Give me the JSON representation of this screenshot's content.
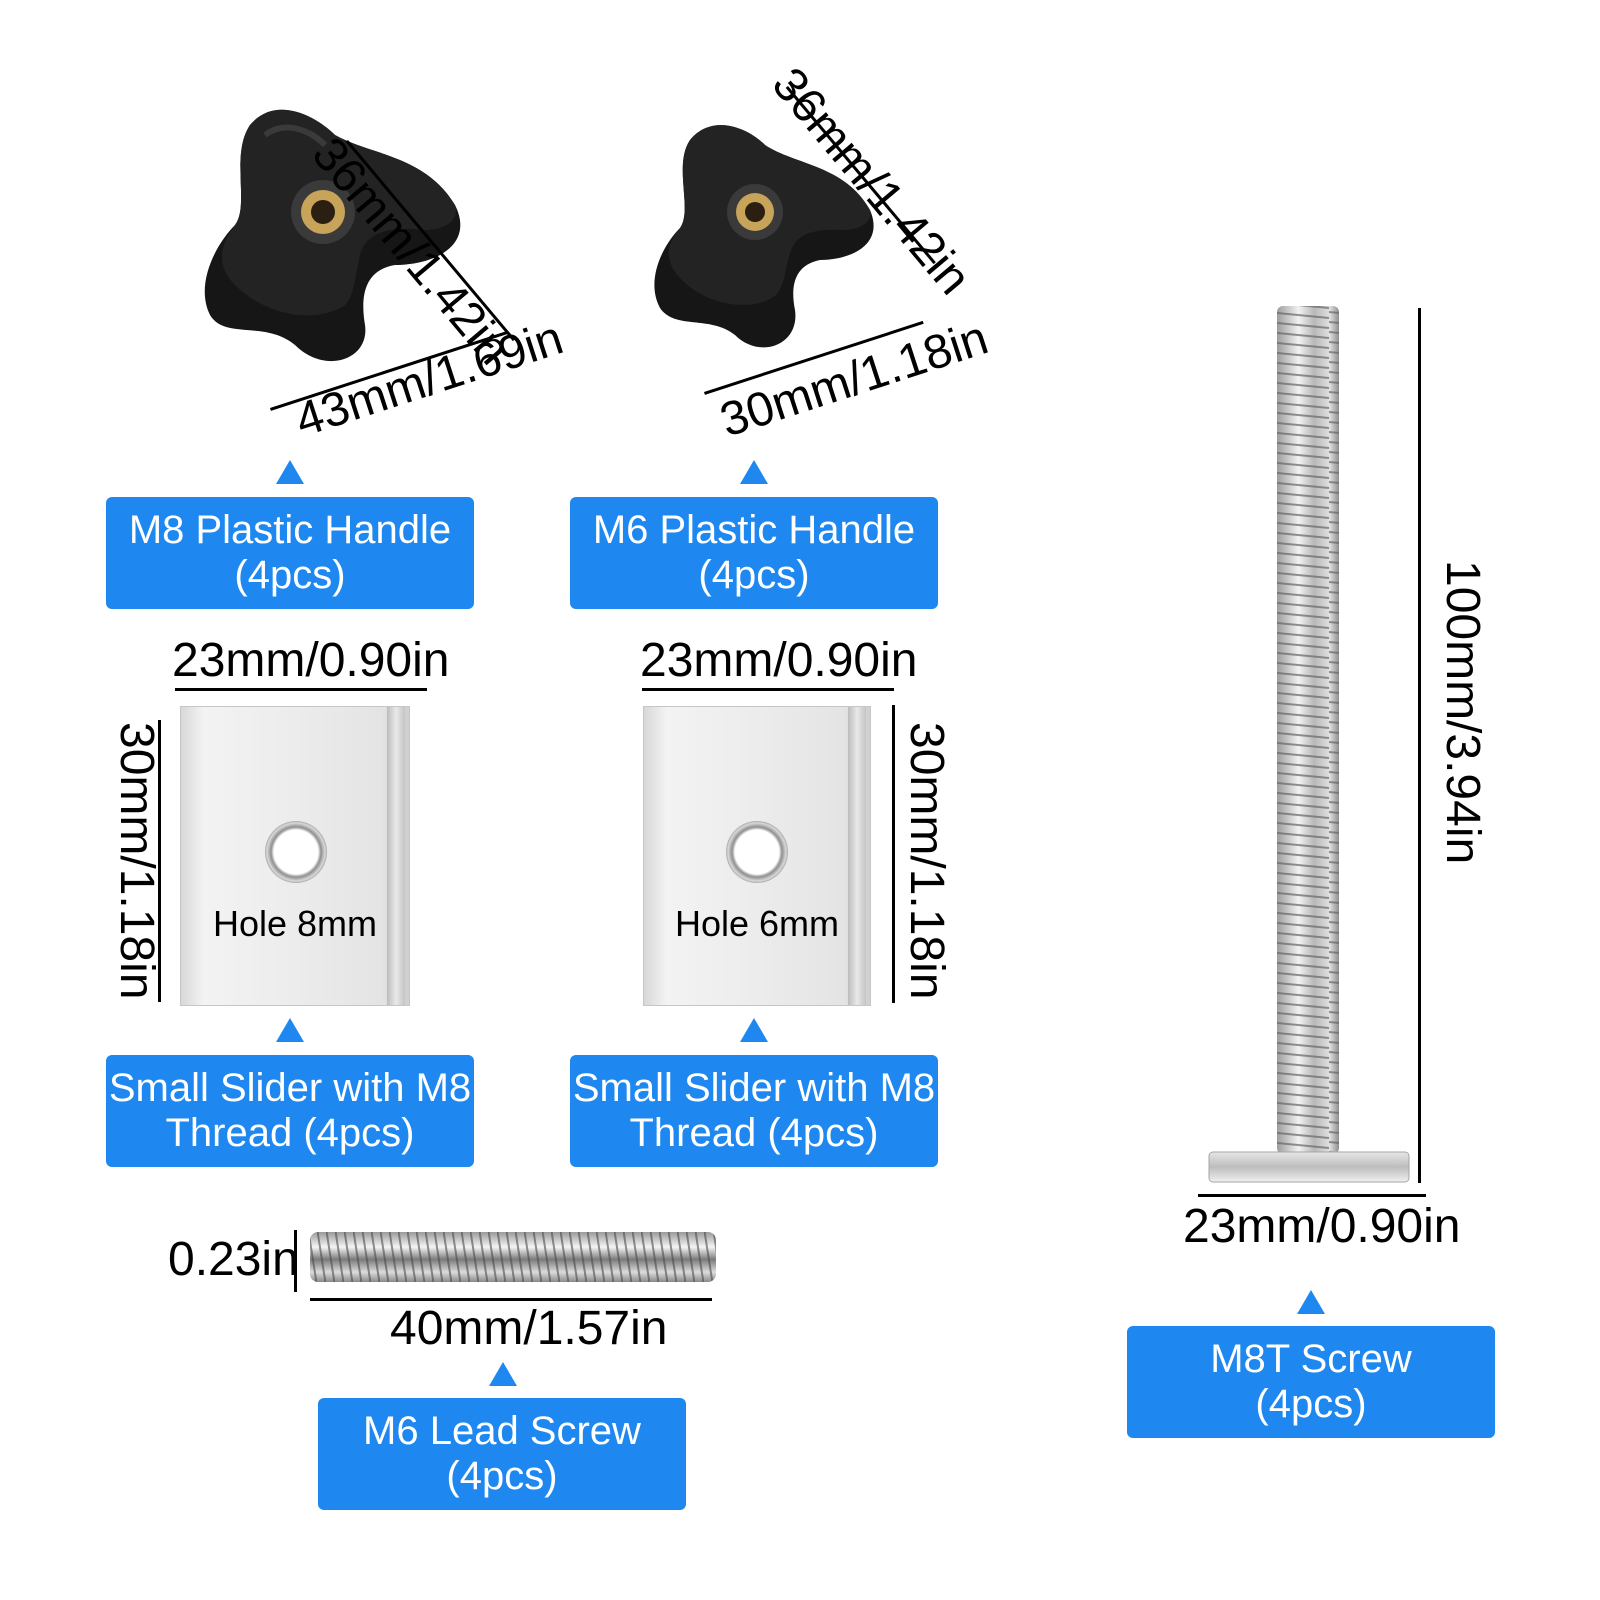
{
  "products": {
    "m8_handle": {
      "line1": "M8 Plastic Handle",
      "line2": "(4pcs)"
    },
    "m6_handle": {
      "line1": "M6 Plastic Handle",
      "line2": "(4pcs)"
    },
    "slider_left": {
      "line1": "Small Slider with M8",
      "line2": "Thread (4pcs)"
    },
    "slider_right": {
      "line1": "Small Slider with M8",
      "line2": "Thread (4pcs)"
    },
    "lead_screw": {
      "line1": "M6 Lead Screw",
      "line2": "(4pcs)"
    },
    "t_screw": {
      "line1": "M8T Screw",
      "line2": "(4pcs)"
    }
  },
  "dimensions": {
    "m8_handle_diag": "36mm/1.42in",
    "m8_handle_width": "43mm/1.69in",
    "m6_handle_diag": "36mm/1.42in",
    "m6_handle_width": "30mm/1.18in",
    "slider_left_width": "23mm/0.90in",
    "slider_left_height": "30mm/1.18in",
    "slider_left_hole": "Hole 8mm",
    "slider_right_width": "23mm/0.90in",
    "slider_right_height": "30mm/1.18in",
    "slider_right_hole": "Hole 6mm",
    "lead_screw_dia": "0.23in",
    "lead_screw_length": "40mm/1.57in",
    "t_screw_length": "100mm/3.94in",
    "t_screw_head": "23mm/0.90in"
  },
  "colors": {
    "label_bg": "#1e88f0",
    "label_text": "#ffffff"
  },
  "icons": [
    "knob-image",
    "slider-image",
    "lead-screw-image",
    "t-screw-image",
    "up-arrow-icon"
  ]
}
